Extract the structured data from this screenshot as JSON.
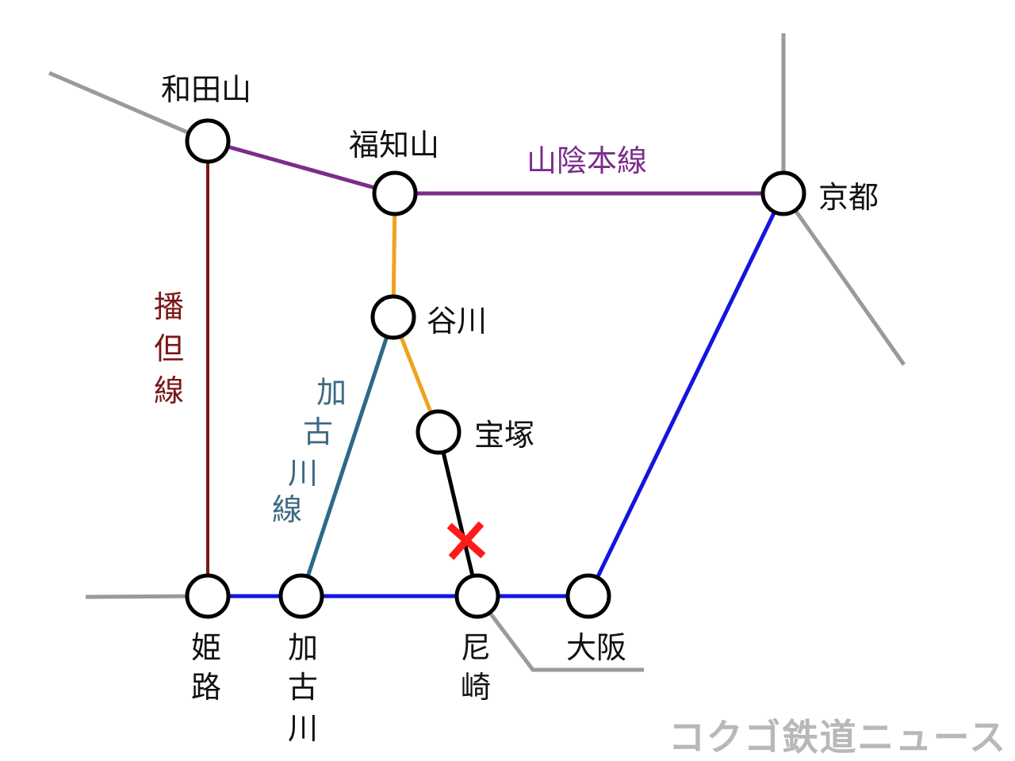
{
  "stations": {
    "wadayama": "和田山",
    "fukuchiyama": "福知山",
    "kyoto": "京都",
    "tanigawa": "谷川",
    "takarazuka": "宝塚",
    "himeji": [
      "姫",
      "路"
    ],
    "kakogawa": [
      "加",
      "古",
      "川"
    ],
    "amagasaki": [
      "尼",
      "崎"
    ],
    "osaka": "大阪"
  },
  "lines": {
    "sanin": {
      "label": "山陰本線",
      "color": "#7b2d8b"
    },
    "bantan": {
      "label": [
        "播",
        "但",
        "線"
      ],
      "color": "#7a1616"
    },
    "kakogawa": {
      "label": [
        "加",
        "古",
        "川",
        "線"
      ],
      "color": "#2a6a8a"
    },
    "fukuchiyama": {
      "color": "#f0a21e"
    },
    "jr_kobe": {
      "color": "#1414e0"
    },
    "takarazuka_section": {
      "color": "#000000"
    },
    "other": {
      "color": "#9a9a9a"
    }
  },
  "markers": {
    "suspended": {
      "icon": "red-x-icon",
      "color": "#ff1a1a"
    }
  },
  "watermark": "コクゴ鉄道ニュース"
}
